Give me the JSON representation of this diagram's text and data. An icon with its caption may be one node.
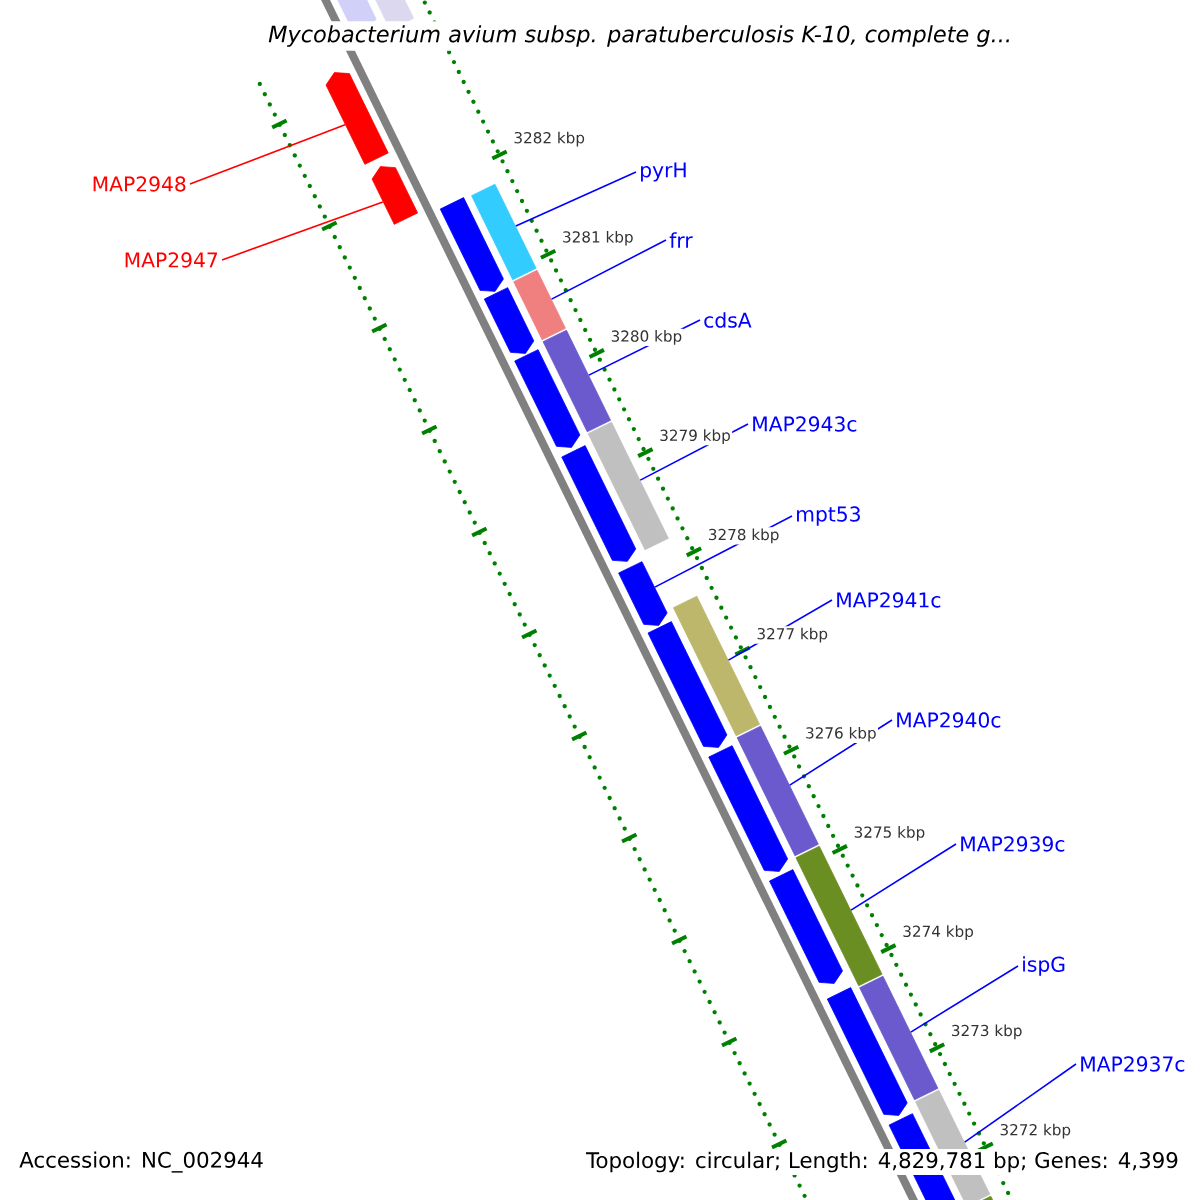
{
  "diagram": {
    "title": "Mycobacterium avium subsp. paratuberculosis K-10, complete g...",
    "nodes": [
      {
        "text": [
          "MAP2948"
        ]
      },
      {
        "text": [
          "MAP2947"
        ]
      },
      {
        "text": [
          "pyrH"
        ]
      },
      {
        "text": [
          "frr"
        ]
      },
      {
        "text": [
          "cdsA"
        ]
      },
      {
        "text": [
          "MAP2943c"
        ]
      },
      {
        "text": [
          "mpt53"
        ]
      },
      {
        "text": [
          "MAP2941c"
        ]
      },
      {
        "text": [
          "MAP2940c"
        ]
      },
      {
        "text": [
          "MAP2939c"
        ]
      },
      {
        "text": [
          "ispG"
        ]
      },
      {
        "text": [
          "MAP2937c"
        ]
      },
      {
        "text": [],
        "shape": "arrow"
      },
      {
        "text": [],
        "shape": "arrow"
      },
      {
        "text": [],
        "shape": "box"
      },
      {
        "text": [],
        "shape": "box"
      },
      {
        "text": [],
        "shape": "box"
      },
      {
        "text": [],
        "shape": "box"
      },
      {
        "text": [],
        "shape": "arrow"
      },
      {
        "text": [],
        "shape": "box"
      },
      {
        "text": [],
        "shape": "box"
      },
      {
        "text": [],
        "shape": "box"
      },
      {
        "text": [],
        "shape": "box"
      },
      {
        "text": [],
        "shape": "box"
      }
    ],
    "edges": [
      {
        "from": 0,
        "to": 12,
        "arrow": "none",
        "color": "#ff0000"
      },
      {
        "from": 1,
        "to": 13,
        "arrow": "none",
        "color": "#ff0000"
      },
      {
        "from": 2,
        "to": 14,
        "arrow": "none"
      },
      {
        "from": 3,
        "to": 15,
        "arrow": "none"
      },
      {
        "from": 4,
        "to": 16,
        "arrow": "none"
      },
      {
        "from": 5,
        "to": 17,
        "arrow": "none"
      },
      {
        "from": 6,
        "to": 18,
        "arrow": "none"
      },
      {
        "from": 7,
        "to": 19,
        "arrow": "none"
      },
      {
        "from": 8,
        "to": 20,
        "arrow": "none"
      },
      {
        "from": 9,
        "to": 21,
        "arrow": "none"
      },
      {
        "from": 10,
        "to": 22,
        "arrow": "none"
      },
      {
        "from": 11,
        "to": 23,
        "arrow": "none"
      }
    ],
    "labels": [
      "3282 kbp",
      "3281 kbp",
      "3280 kbp",
      "3279 kbp",
      "3278 kbp",
      "3277 kbp",
      "3276 kbp",
      "3275 kbp",
      "3274 kbp",
      "3273 kbp",
      "3272 kbp",
      "Accession: NC_002944",
      "Topology: circular; Length: 4,829,781 bp; Genes: 4,399"
    ]
  }
}
